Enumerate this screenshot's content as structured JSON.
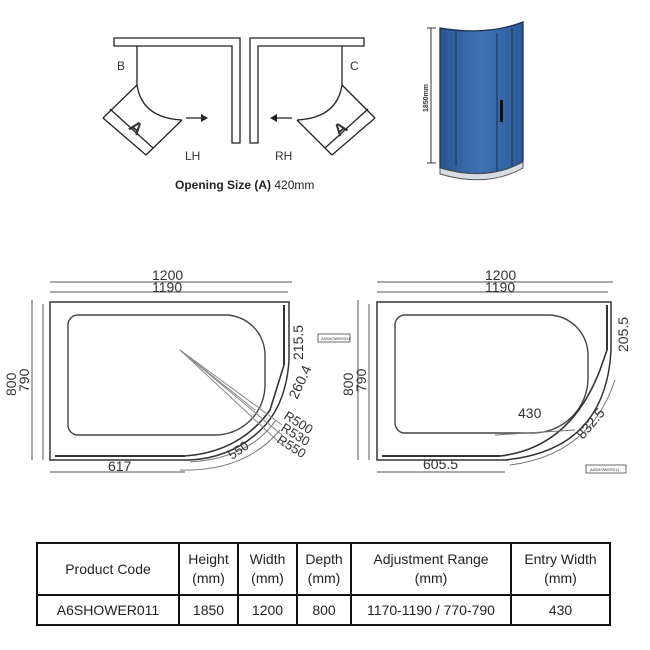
{
  "top_diagram": {
    "label_b": "B",
    "label_c": "C",
    "label_a_left": "A",
    "label_a_right": "A",
    "label_lh": "LH",
    "label_rh": "RH",
    "opening_label": "Opening Size (A)",
    "opening_value": "420mm",
    "height_label": "1850mm"
  },
  "left_plan": {
    "width_outer": "1200",
    "width_inner": "1190",
    "depth_outer": "800",
    "depth_inner": "790",
    "bottom_width": "617",
    "right_top": "215.5",
    "curve_offset": "260.4",
    "radius_1": "R500",
    "radius_2": "R530",
    "radius_3": "R550",
    "arc_entry": "550",
    "tag_text": "A6SHOWER011"
  },
  "right_plan": {
    "width_outer": "1200",
    "width_inner": "1190",
    "depth_outer": "800",
    "depth_inner": "790",
    "bottom_width": "605.5",
    "right_top": "205.5",
    "entry_width": "430",
    "curve_len": "832.5",
    "tag_text": "A6SHOWER011"
  },
  "spec_table": {
    "headers": [
      [
        "Product Code"
      ],
      [
        "Height",
        "(mm)"
      ],
      [
        "Width",
        "(mm)"
      ],
      [
        "Depth",
        "(mm)"
      ],
      [
        "Adjustment Range",
        "(mm)"
      ],
      [
        "Entry Width",
        "(mm)"
      ]
    ],
    "row": [
      "A6SHOWER011",
      "1850",
      "1200",
      "800",
      "1170-1190 / 770-790",
      "430"
    ]
  },
  "colors": {
    "glass": "#2f5fa0",
    "glass_light": "#6a9ad0",
    "line": "#333333"
  }
}
